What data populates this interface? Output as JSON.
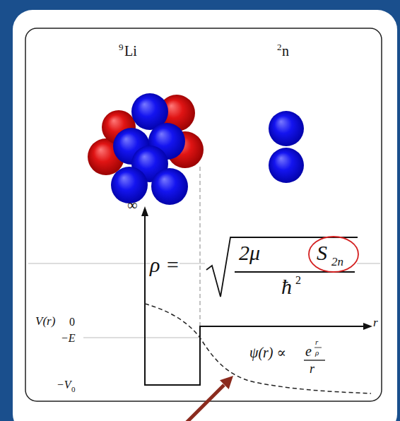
{
  "diagram": {
    "labels": [
      "9",
      "Li",
      "2",
      "n",
      "∞",
      "ρ =",
      "2μ",
      "S",
      "2n",
      "ħ",
      "2",
      "V(r)",
      "0",
      "−E",
      "r",
      "ψ(r) ∝",
      "e",
      "r",
      "ρ",
      "r",
      "−V",
      "0"
    ]
  }
}
